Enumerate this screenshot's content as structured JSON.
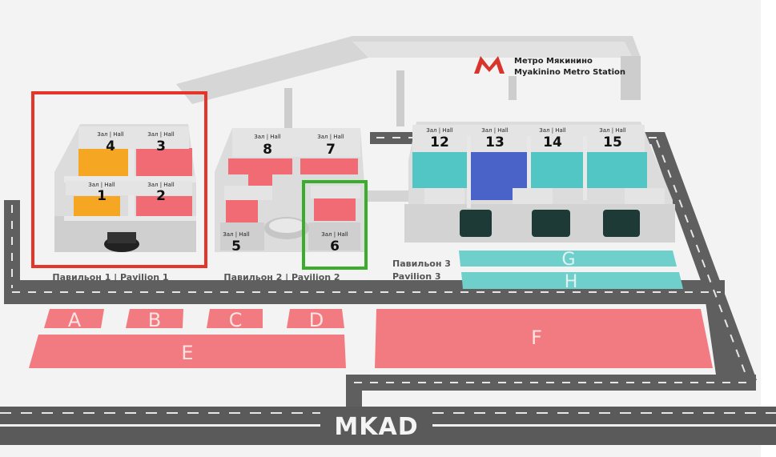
{
  "metro": {
    "name_ru": "Метро Мякинино",
    "name_en": "Myakinino Metro Station",
    "color": "#d9342b"
  },
  "halls": {
    "label": "Зал | Hall",
    "numbers": [
      "1",
      "2",
      "3",
      "4",
      "5",
      "6",
      "7",
      "8",
      "12",
      "13",
      "14",
      "15"
    ]
  },
  "pavilions": {
    "p1": "Павильон 1 | Pavilion 1",
    "p2": "Павильон 2 | Pavilion 2",
    "p3_ru": "Павильон 3",
    "p3_en": "Pavilion 3"
  },
  "zones": [
    "A",
    "B",
    "C",
    "D",
    "E",
    "F",
    "G",
    "H"
  ],
  "road_label": "MKAD",
  "colors": {
    "red_hall": "#f06b73",
    "orange_hall": "#f5a623",
    "teal_hall": "#52c6c4",
    "blue_hall": "#4a63c8",
    "red_zone": "#f27b82",
    "teal_zone": "#6fcfcb",
    "wall": "#d9d9d9",
    "road": "#5d5d5d",
    "highlight_red": "#e53528",
    "highlight_green": "#3aae2b"
  }
}
